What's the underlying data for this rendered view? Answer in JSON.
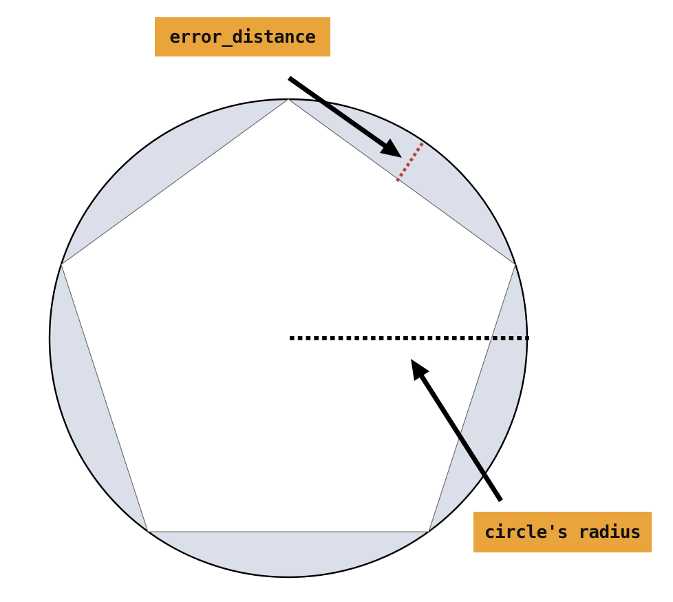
{
  "figure": {
    "type": "geometry-diagram",
    "description": "Circle with an inscribed regular pentagon; the five circular segments between the pentagon edges and the circle are shaded. A red dotted segment marks the error distance between a pentagon edge midpoint and the circle; a black dotted horizontal segment from the center to the circle marks the radius.",
    "labels": {
      "error_distance": "error_distance",
      "circle_radius": "circle's radius"
    },
    "annotations": [
      {
        "name": "error-distance-callout",
        "label": "error_distance",
        "target": "red dotted gap between top-right pentagon edge and circle arc"
      },
      {
        "name": "circle-radius-callout",
        "label": "circle's radius",
        "target": "black dotted horizontal radius line from circle center to right edge"
      }
    ]
  },
  "colors": {
    "background": "#ffffff",
    "label-bg": "#e9a43c",
    "label-text": "#111111",
    "segment-fill": "#dbdfea",
    "circle-stroke": "#000000",
    "pentagon-stroke": "#666666",
    "error-dash": "#b8453b",
    "radius-dash": "#000000",
    "arrow": "#000000"
  }
}
